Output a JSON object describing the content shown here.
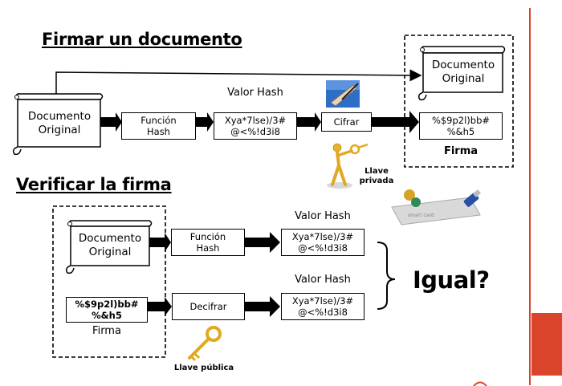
{
  "headings": {
    "sign": "Firmar un documento",
    "verify": "Verificar la firma"
  },
  "sign": {
    "doc_original": "Documento\nOriginal",
    "hash_function": "Función\nHash",
    "hash_value_label": "Valor Hash",
    "hash_value": "Xya*7lse)/3#\n@<%!d3i8",
    "encrypt": "Cifrar",
    "output_doc": "Documento\nOriginal",
    "signature_value": "%$9p2l)bb#\n%&h5",
    "signature_label": "Firma",
    "private_key_label": "Llave\nprivada"
  },
  "verify": {
    "doc_original": "Documento\nOriginal",
    "hash_function": "Función\nHash",
    "hash_value_label_1": "Valor Hash",
    "hash_value_1": "Xya*7lse)/3#\n@<%!d3i8",
    "signature_value": "%$9p2l)bb#\n%&h5",
    "signature_label": "Firma",
    "decrypt": "Decifrar",
    "hash_value_label_2": "Valor Hash",
    "hash_value_2": "Xya*7lse)/3#\n@<%!d3i8",
    "equal_question": "Igual?",
    "public_key_label": "Llave pública"
  },
  "colors": {
    "accent": "#d9442a",
    "key_gold": "#e3a21a",
    "ink": "#000000"
  }
}
